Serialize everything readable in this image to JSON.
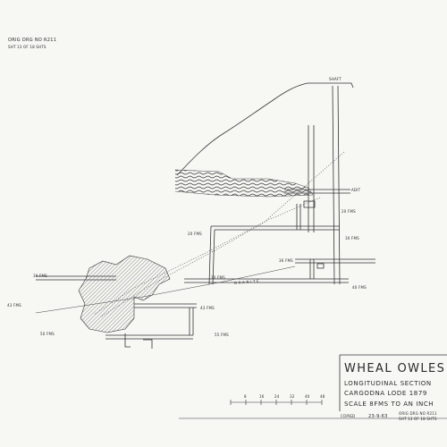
{
  "header": {
    "orig_drg_no": "ORIG DRG NO R211",
    "sheet_ref": "SHT 13 OF 18 SHTS"
  },
  "title_block": {
    "title": "WHEAL OWLES",
    "line1": "LONGITUDINAL SECTION",
    "line2": "CARGODNA LODE 1879",
    "line3": "SCALE 8FMS TO AN INCH"
  },
  "labels": {
    "shaft": "SHAFT",
    "adit": "ADIT",
    "granite": "G R A N I T E",
    "fms_20": "20 FMS",
    "fms_20_right": "20 FMS",
    "fms_30_left": "30 FMS",
    "fms_30_mid": "30 FMS",
    "fms_30_right": "30 FMS",
    "fms_36": "36 FMS",
    "fms_40": "40 FMS",
    "fms_43_left": "43 FMS",
    "fms_43_mid": "43 FMS",
    "fms_50": "50 FMS",
    "fms_55": "55 FMS"
  },
  "scale_bar": {
    "ticks": [
      "8",
      "16",
      "24",
      "32",
      "40",
      "48"
    ]
  },
  "footer": {
    "copied": "COPIED",
    "date": "23-9-63",
    "orig_drg_no": "ORIG DRG NO R211",
    "sheet_ref": "SHT 13 OF 18 SHTS"
  },
  "colors": {
    "paper": "#f7f7f4",
    "ink": "#333333"
  }
}
